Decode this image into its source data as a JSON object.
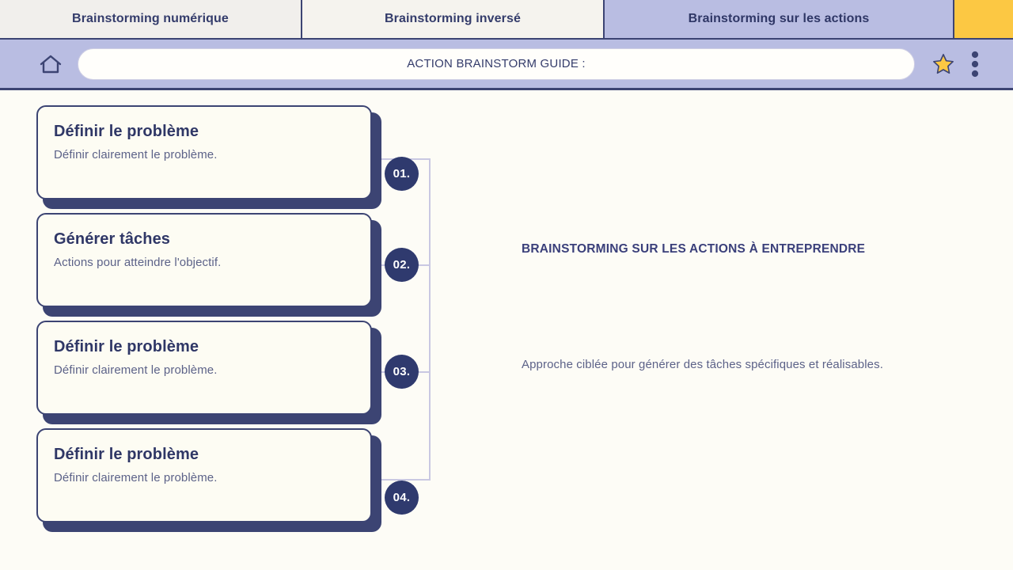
{
  "browser": {
    "tabs": [
      {
        "label": "Brainstorming numérique",
        "active": false
      },
      {
        "label": "Brainstorming inversé",
        "active": false
      },
      {
        "label": "Brainstorming sur les actions",
        "active": true
      }
    ],
    "toolbar": {
      "home_icon": "home-icon",
      "address_value": "ACTION BRAINSTORM GUIDE :",
      "bookmark_icon": "star-icon",
      "menu_icon": "three-dot-menu-icon"
    },
    "accent_tab_color": "#fcc843",
    "chrome_color": "#b9bde2",
    "chrome_border_color": "#3c4473"
  },
  "slide": {
    "background": "#fdfcf6",
    "navy": "#2f3a6e",
    "muted_text": "#5c6288",
    "connector_color": "#c9c8e2",
    "heading": "BRAINSTORMING SUR LES ACTIONS À ENTREPRENDRE",
    "subtitle": "Approche ciblée pour générer des tâches spécifiques et réalisables.",
    "steps": [
      {
        "number": "01.",
        "title": "Définir le problème",
        "description": "Définir clairement le problème."
      },
      {
        "number": "02.",
        "title": "Générer tâches",
        "description": "Actions pour atteindre l'objectif."
      },
      {
        "number": "03.",
        "title": "Définir le problème",
        "description": "Définir clairement le problème."
      },
      {
        "number": "04.",
        "title": "Définir le problème",
        "description": "Définir clairement le problème."
      }
    ]
  }
}
